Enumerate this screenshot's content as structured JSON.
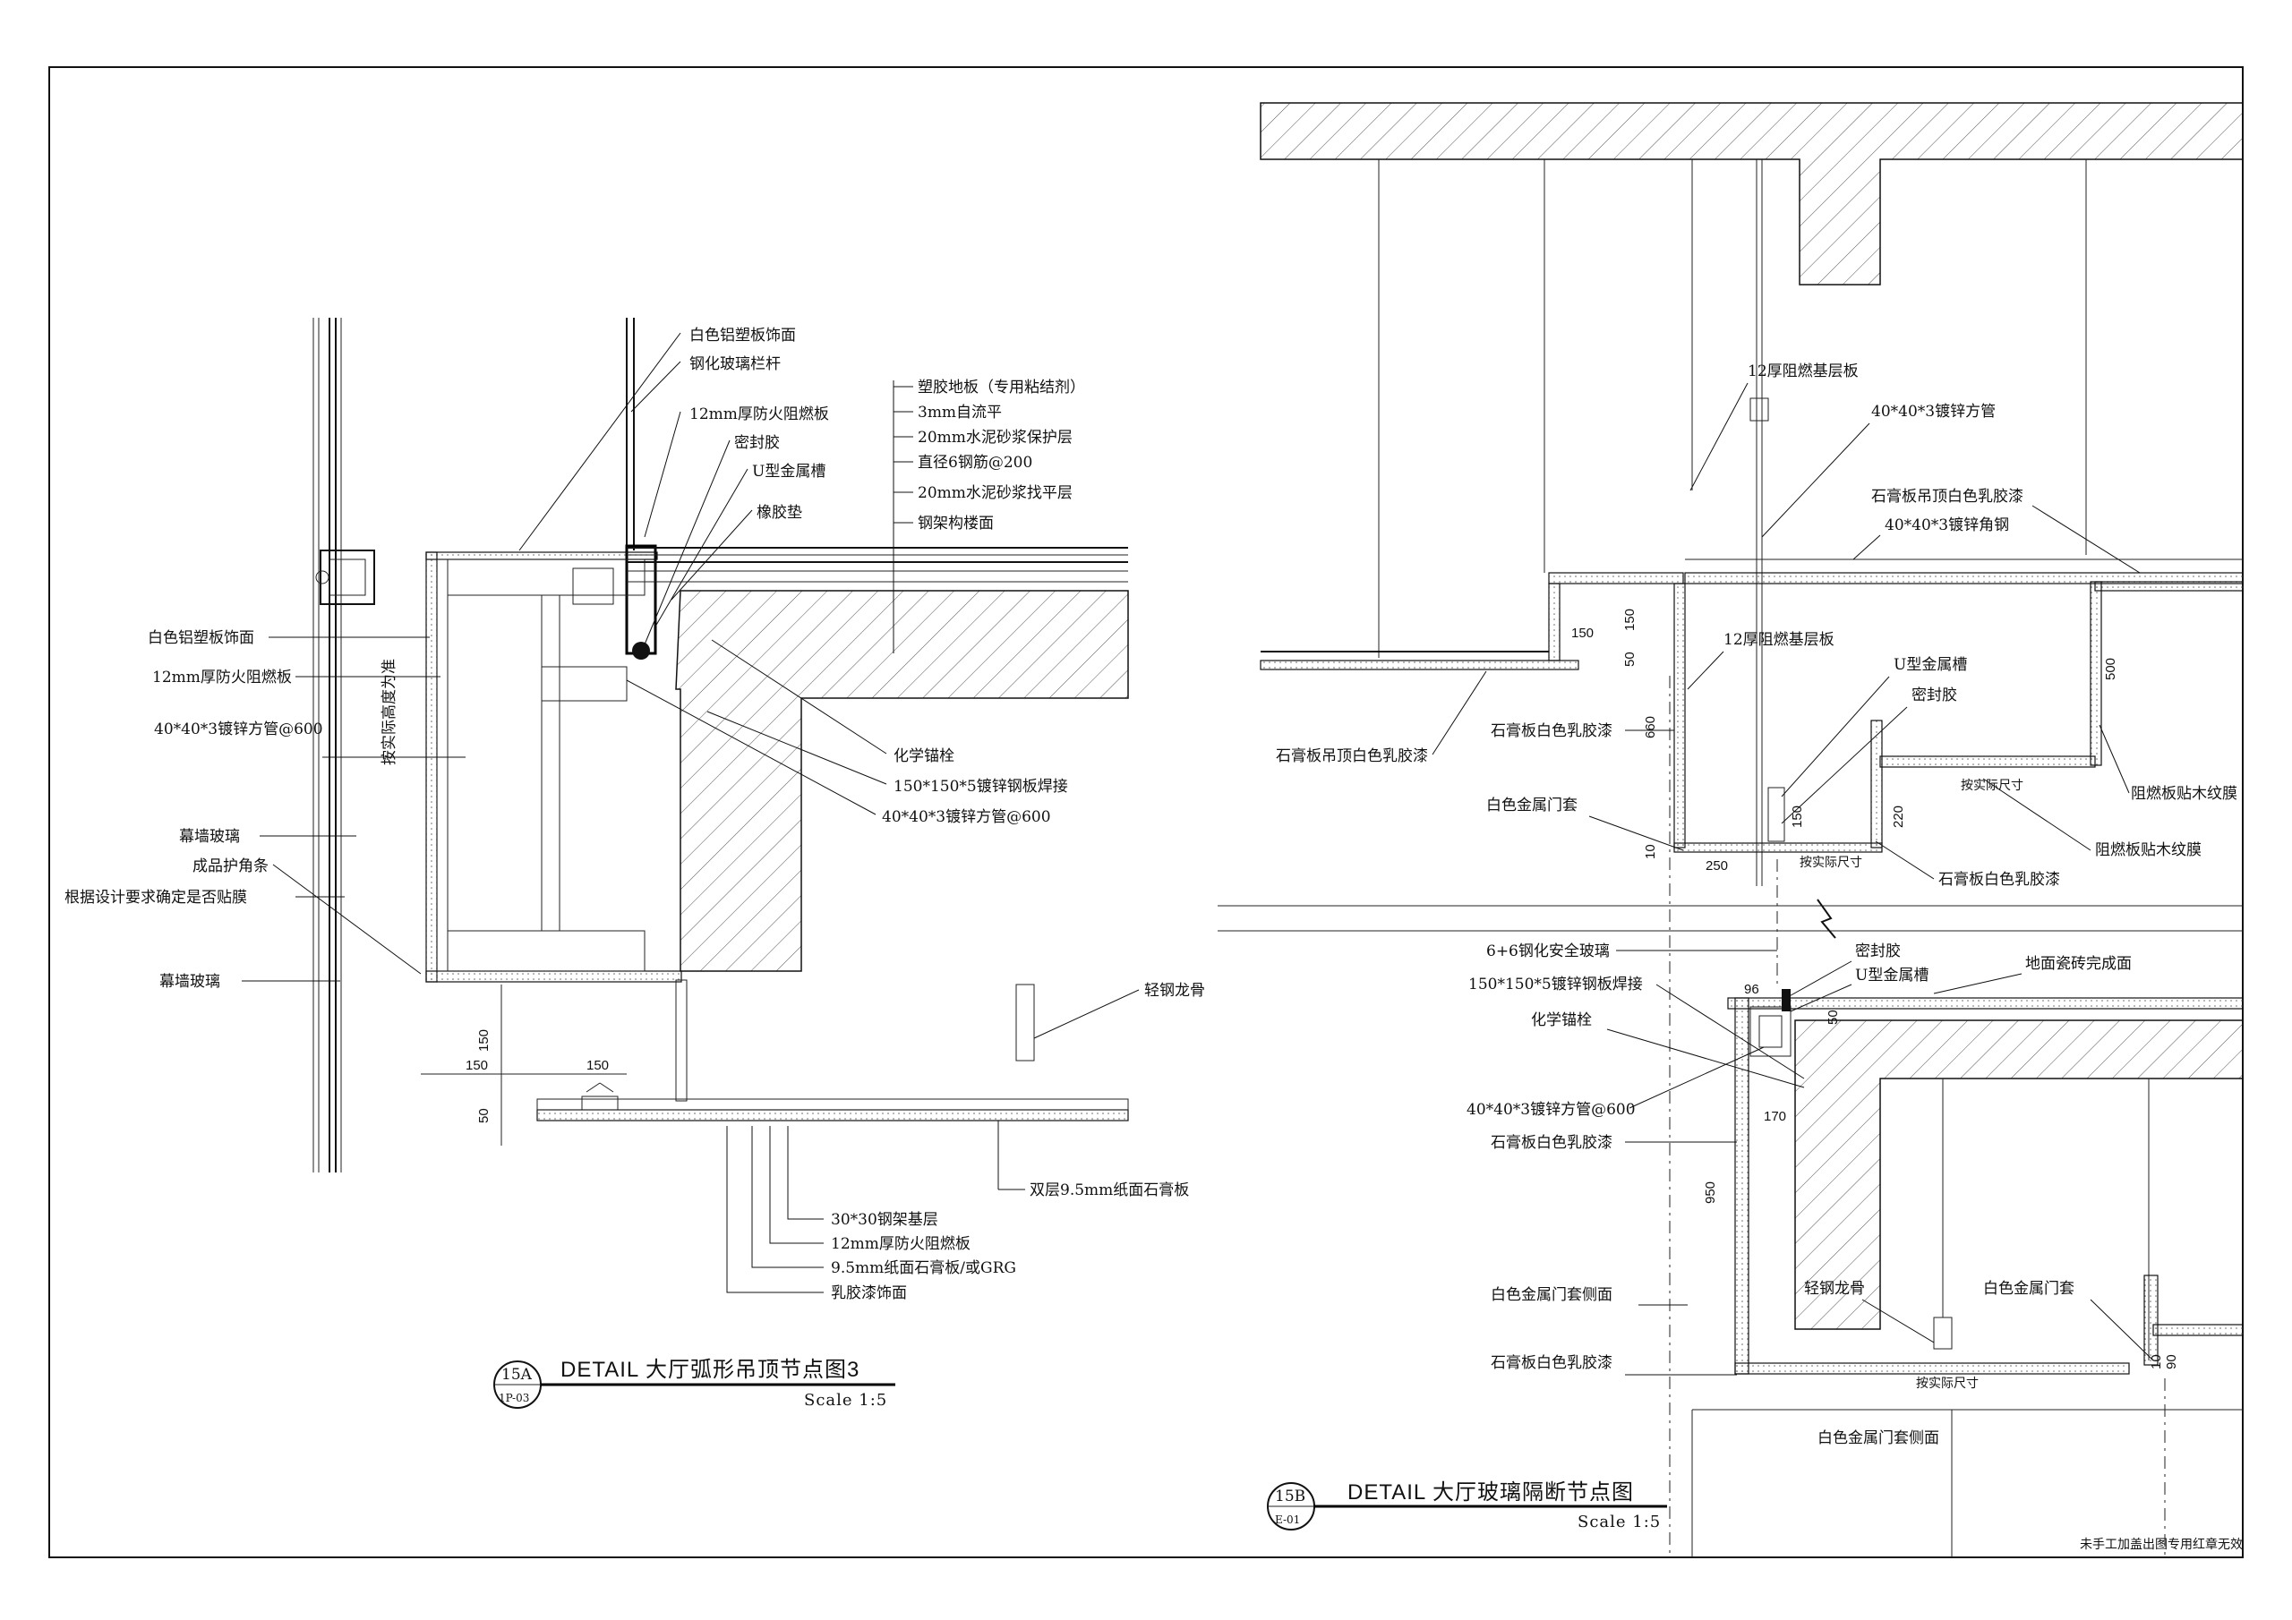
{
  "detail_a": {
    "tag_num": "15A",
    "tag_ref": "1P-03",
    "title": "DETAIL 大厅弧形吊顶节点图3",
    "scale": "Scale 1:5",
    "labels": {
      "white_alu_top": "白色铝塑板饰面",
      "glass_rail": "钢化玻璃栏杆",
      "fire_board_12_top": "12mm厚防火阻燃板",
      "sealant": "密封胶",
      "u_channel": "U型金属槽",
      "rubber_pad": "橡胶垫",
      "pvc_floor": "塑胶地板（专用粘结剂）",
      "self_level": "3mm自流平",
      "mortar_20_protect": "20mm水泥砂浆保护层",
      "rebar_6": "直径6钢筋@200",
      "mortar_20_level": "20mm水泥砂浆找平层",
      "steel_floor": "钢架构楼面",
      "white_alu_left": "白色铝塑板饰面",
      "fire_board_12_left": "12mm厚防火阻燃板",
      "tube_40_left": "40*40*3镀锌方管@600",
      "curtain_glass_1": "幕墙玻璃",
      "corner_strip": "成品护角条",
      "film_note": "根据设计要求确定是否贴膜",
      "curtain_glass_2": "幕墙玻璃",
      "vertical_note": "按实际高度为准",
      "chem_anchor": "化学锚栓",
      "plate_150": "150*150*5镀锌钢板焊接",
      "tube_40_right": "40*40*3镀锌方管@600",
      "light_keel": "轻钢龙骨",
      "double_gyp": "双层9.5mm纸面石膏板",
      "steel_30": "30*30钢架基层",
      "fire_board_12_bot": "12mm厚防火阻燃板",
      "gyp_grg": "9.5mm纸面石膏板/或GRG",
      "latex_finish": "乳胶漆饰面"
    },
    "dims": {
      "d150a": "150",
      "d150b": "150",
      "d150c": "150",
      "d50": "50"
    }
  },
  "detail_b": {
    "tag_num": "15B",
    "tag_ref": "E-01",
    "title": "DETAIL 大厅玻璃隔断节点图",
    "scale": "Scale 1:5",
    "labels": {
      "fire_base_12_top": "12厚阻燃基层板",
      "tube_40_top": "40*40*3镀锌方管",
      "gyp_ceiling_latex_r": "石膏板吊顶白色乳胶漆",
      "angle_40": "40*40*3镀锌角钢",
      "fire_base_12_mid": "12厚阻燃基层板",
      "u_channel_top": "U型金属槽",
      "sealant_top": "密封胶",
      "gyp_latex_1": "石膏板白色乳胶漆",
      "gyp_ceiling_latex_l": "石膏板吊顶白色乳胶漆",
      "white_door_frame_1": "白色金属门套",
      "wood_film_1": "阻燃板贴木纹膜",
      "wood_film_2": "阻燃板贴木纹膜",
      "gyp_latex_2": "石膏板白色乳胶漆",
      "safety_glass": "6+6钢化安全玻璃",
      "sealant_bot": "密封胶",
      "u_channel_bot": "U型金属槽",
      "floor_tile": "地面瓷砖完成面",
      "plate_150": "150*150*5镀锌钢板焊接",
      "chem_anchor": "化学锚栓",
      "tube_40_bot": "40*40*3镀锌方管@600",
      "gyp_latex_3": "石膏板白色乳胶漆",
      "door_side_1": "白色金属门套侧面",
      "light_keel": "轻钢龙骨",
      "white_door_frame_2": "白色金属门套",
      "gyp_latex_4": "石膏板白色乳胶漆",
      "door_side_2": "白色金属门套侧面",
      "actual_size_1": "按实际尺寸",
      "actual_size_2": "按实际尺寸",
      "actual_size_3": "按实际尺寸"
    },
    "dims": {
      "d150a": "150",
      "d150b": "150",
      "d50": "50",
      "d660": "660",
      "d10": "10",
      "d250": "250",
      "d150c": "150",
      "d220": "220",
      "d500": "500",
      "d96": "96",
      "d50b": "50",
      "d170": "170",
      "d950": "950",
      "d90": "90",
      "d10b": "10"
    }
  },
  "stamp_note": "未手工加盖出图专用红章无效"
}
